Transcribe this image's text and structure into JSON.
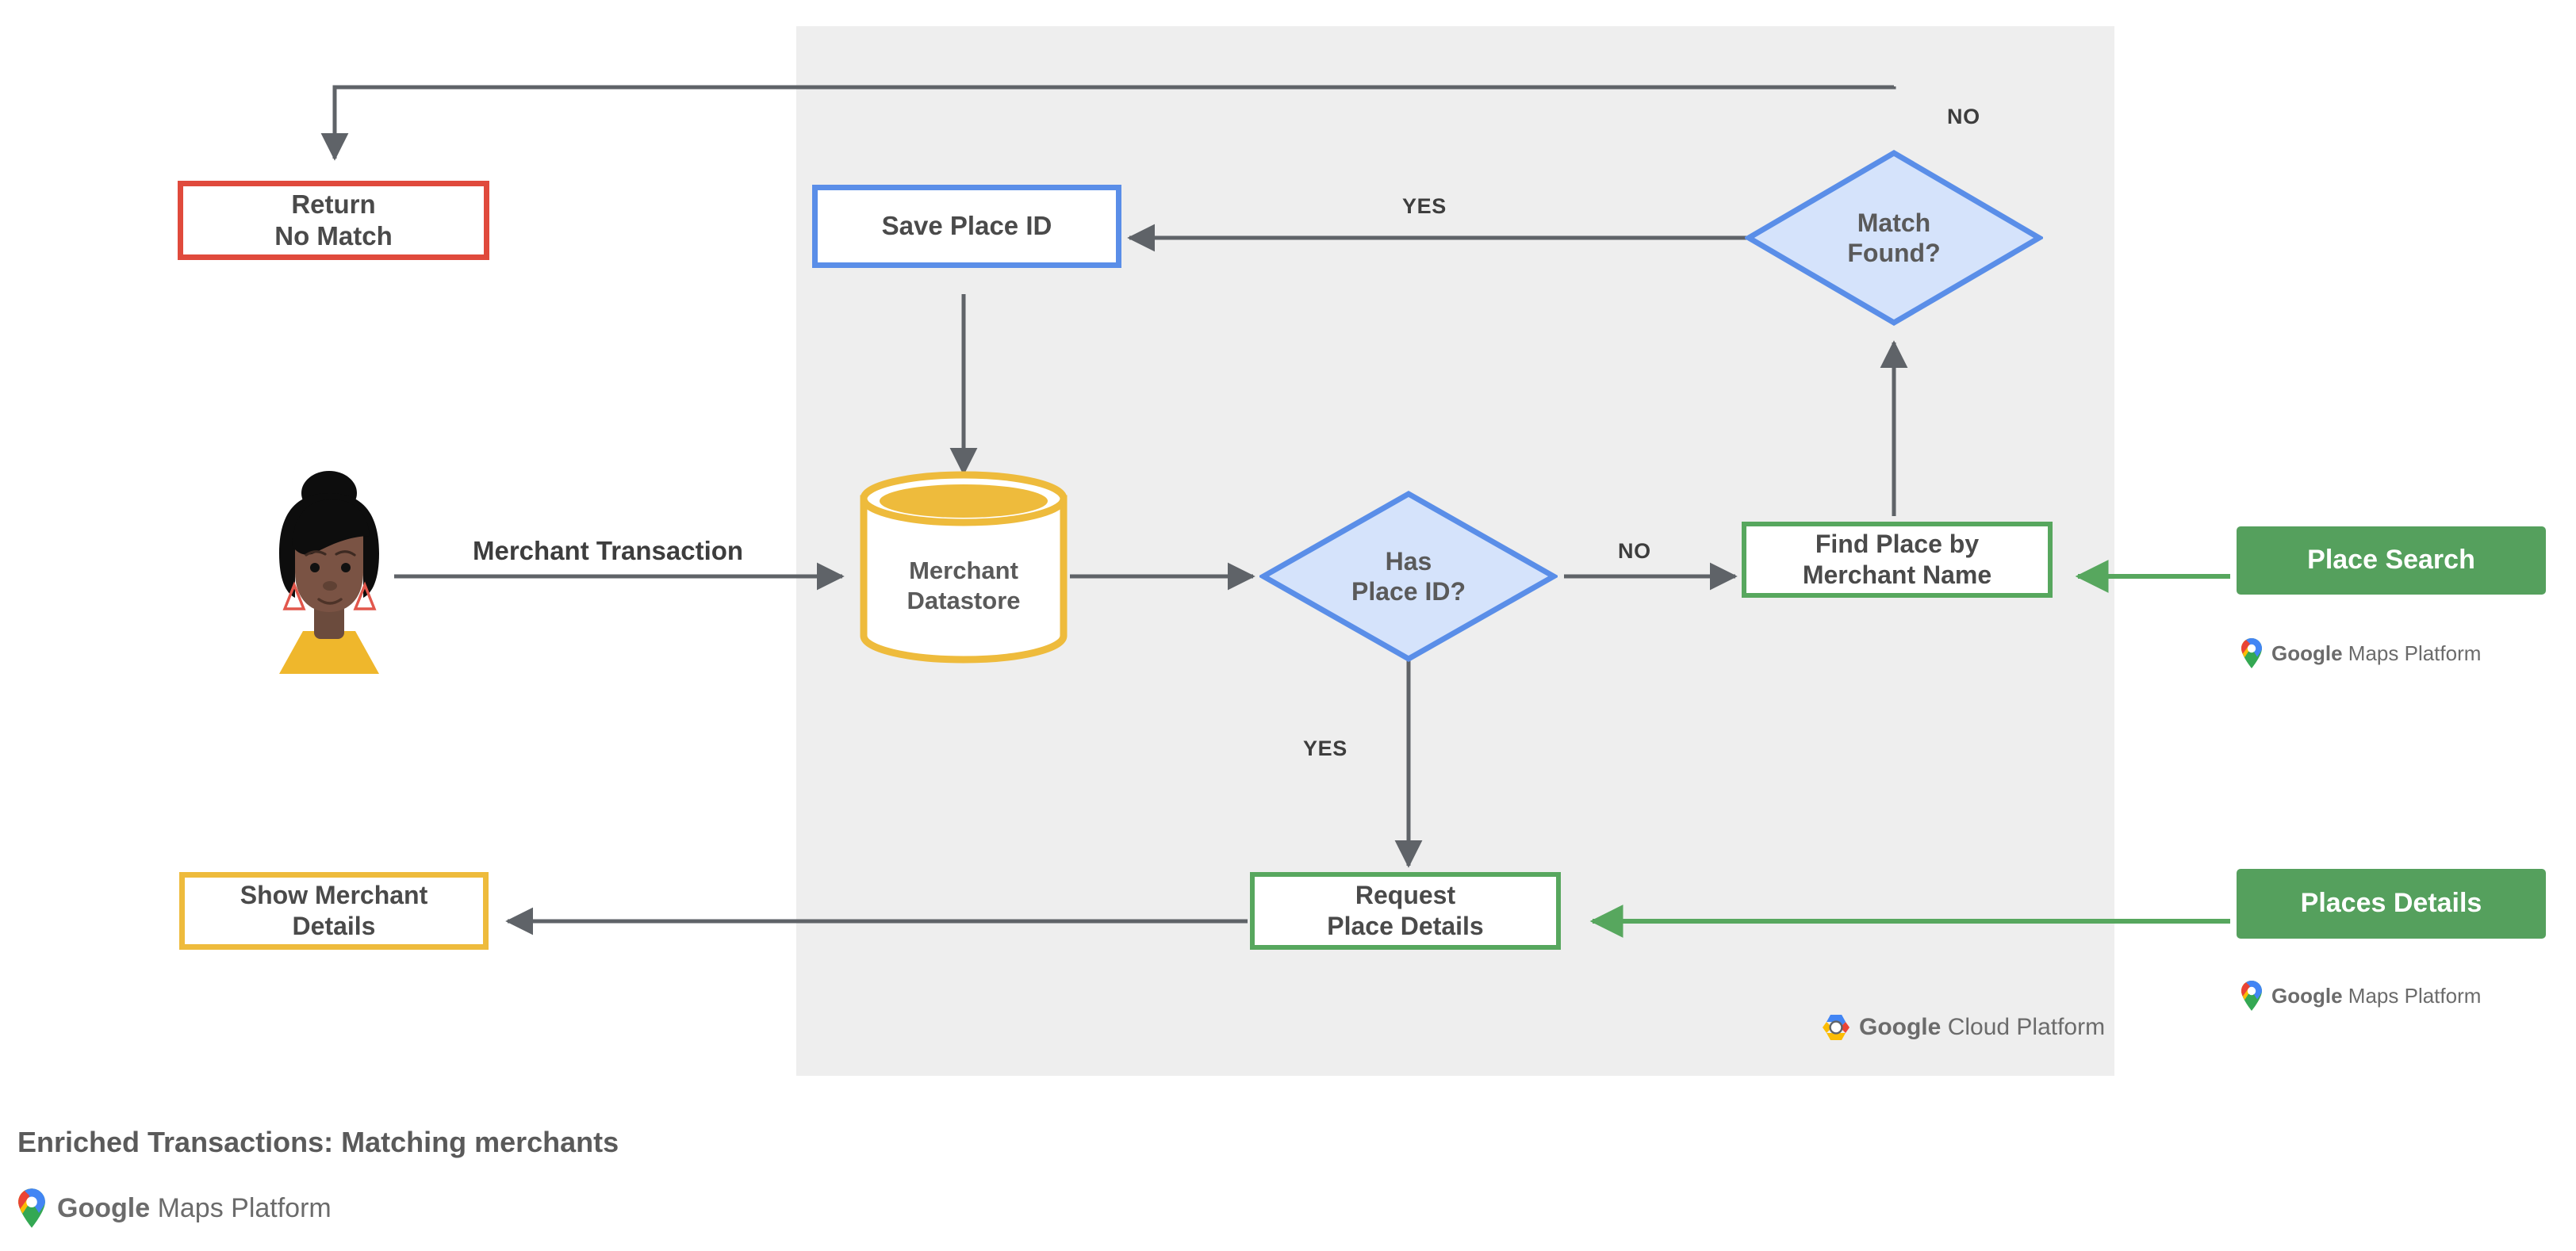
{
  "diagram": {
    "title": "Enriched Transactions: Matching merchants",
    "platform_panel_label": "Google Cloud Platform",
    "actor": {
      "name": "merchant-customer-avatar",
      "alt": "Illustrated person with hair bun and earrings"
    },
    "nodes": {
      "return_no_match": "Return\nNo Match",
      "save_place_id": "Save Place ID",
      "match_found": "Match\nFound?",
      "merchant_datastore": "Merchant\nDatastore",
      "has_place_id": "Has\nPlace ID?",
      "find_place_by_merchant_name": "Find Place by\nMerchant Name",
      "request_place_details": "Request\nPlace Details",
      "show_merchant_details": "Show Merchant\nDetails",
      "place_search": "Place Search",
      "places_details": "Places Details"
    },
    "edge_labels": {
      "merchant_transaction": "Merchant Transaction",
      "match_found_no": "NO",
      "match_found_yes": "YES",
      "has_place_id_no": "NO",
      "has_place_id_yes": "YES"
    },
    "branding": {
      "maps_platform_google": "Google",
      "maps_platform_rest": "Maps Platform",
      "cloud_platform_google": "Google",
      "cloud_platform_rest": "Cloud Platform"
    },
    "colors": {
      "red": "#e04a3c",
      "blue": "#5a8ee8",
      "blue_fill": "#d5e3fb",
      "green": "#57a75e",
      "green_solid": "#55a05d",
      "amber": "#eebb3c",
      "panel_gray": "#eeeeee",
      "wire_gray": "#5f6368",
      "text_gray": "#5a5a5a"
    }
  }
}
